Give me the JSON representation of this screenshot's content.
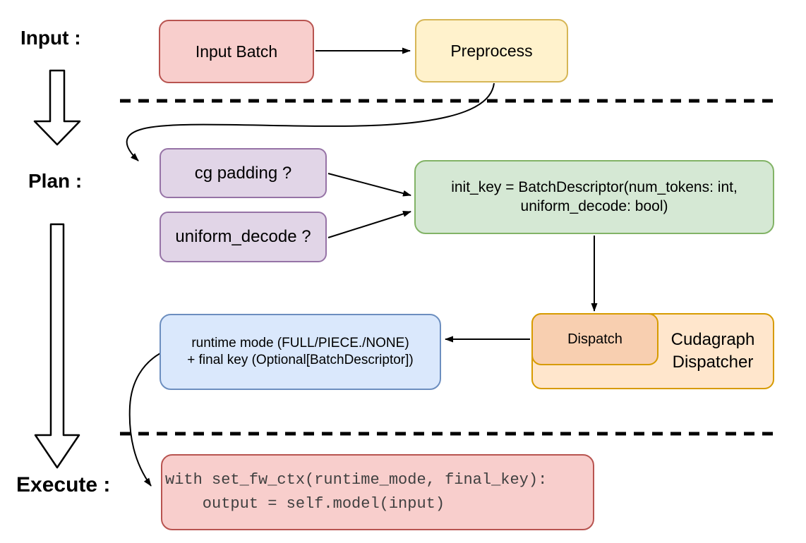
{
  "stage_labels": {
    "input": "Input :",
    "plan": "Plan :",
    "execute": "Execute :"
  },
  "nodes": {
    "input_batch": "Input Batch",
    "preprocess": "Preprocess",
    "cg_padding": "cg padding ?",
    "uniform_decode": "uniform_decode ?",
    "init_key_line1": "init_key = BatchDescriptor(num_tokens: int,",
    "init_key_line2": "uniform_decode: bool)",
    "dispatch": "Dispatch",
    "dispatcher_line1": "Cudagraph",
    "dispatcher_line2": "Dispatcher",
    "runtime_line1": "runtime mode (FULL/PIECE./NONE)",
    "runtime_line2": "+ final key (Optional[BatchDescriptor])",
    "code_line1": "with set_fw_ctx(runtime_mode, final_key):",
    "code_line2": "    output = self.model(input)"
  },
  "colors": {
    "red_fill": "#f8cecc",
    "red_stroke": "#b85450",
    "yellow_fill": "#fff2cc",
    "yellow_stroke": "#d6b656",
    "purple_fill": "#e1d5e7",
    "purple_stroke": "#9673a6",
    "green_fill": "#d5e8d4",
    "green_stroke": "#82b366",
    "blue_fill": "#dae8fc",
    "blue_stroke": "#6c8ebf",
    "orange_outer_fill": "#ffe6cc",
    "orange_inner_fill": "#f8cfb0",
    "orange_stroke": "#d79b00",
    "connector": "#000000",
    "code_text": "#404040",
    "background": "#ffffff"
  }
}
